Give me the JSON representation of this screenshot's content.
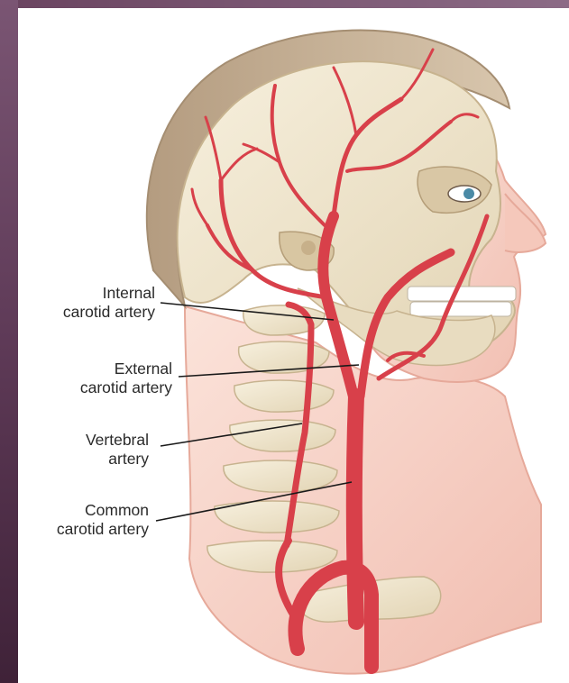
{
  "labels": {
    "internal_carotid": {
      "line1": "Internal",
      "line2": "carotid artery"
    },
    "external_carotid": {
      "line1": "External",
      "line2": "carotid artery"
    },
    "vertebral": {
      "line1": "Vertebral",
      "line2": "artery"
    },
    "common_carotid": {
      "line1": "Common",
      "line2": "carotid artery"
    }
  },
  "colors": {
    "frame": "#6a4460",
    "artery": "#d8404a",
    "bone": "#efe6cf",
    "skin": "#f6d3c8",
    "hair": "#c9b49a"
  }
}
